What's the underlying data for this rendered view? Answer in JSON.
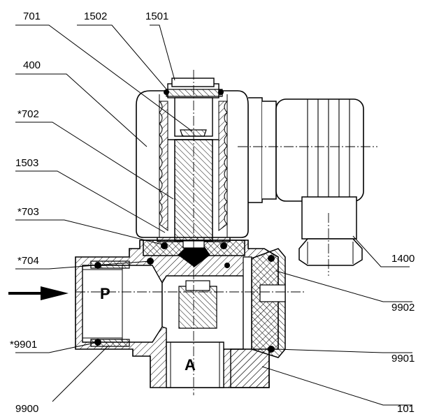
{
  "drawing": {
    "labels": {
      "l701": "701",
      "l1502": "1502",
      "l1501": "1501",
      "l400": "400",
      "l702": "*702",
      "l1503": "1503",
      "l703": "*703",
      "l704": "*704",
      "l9901s": "*9901",
      "l9900": "9900",
      "l1400": "1400",
      "l9902": "9902",
      "l9901": "9901",
      "l101": "101"
    },
    "ports": {
      "inlet": "P",
      "outlet": "A"
    }
  }
}
